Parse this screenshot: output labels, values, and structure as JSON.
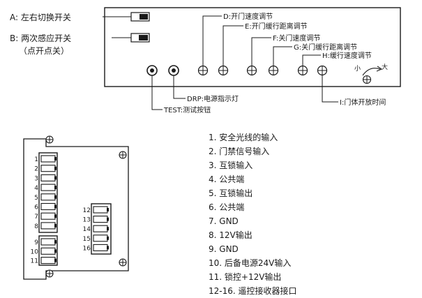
{
  "switches": {
    "a": {
      "label": "A: 左右切换开关"
    },
    "b": {
      "label": "B: 两次感应开关",
      "sub": "（点开点关）"
    }
  },
  "pots": {
    "d": "D:开门速度调节",
    "e": "E:开门缓行距离调节",
    "f": "F:关门速度调节",
    "g": "G:关门缓行距离调节",
    "h": "H:缓行速度调节",
    "i": "I:门体开放时间"
  },
  "indicators": {
    "drp": "DRP:电源指示灯",
    "test": "TEST:测试按钮"
  },
  "knob_scale": {
    "min": "小",
    "max": "大"
  },
  "pin_numbers": [
    "1",
    "2",
    "3",
    "4",
    "5",
    "6",
    "7",
    "8",
    "9",
    "10",
    "11",
    "12",
    "13",
    "14",
    "15",
    "16"
  ],
  "terminal_list": [
    "1. 安全光线的输入",
    "2. 门禁信号输入",
    "3. 互锁输入",
    "4. 公共端",
    "5. 互锁输出",
    "6. 公共端",
    "7. GND",
    "8. 12V输出",
    "9. GND",
    "10. 后备电源24V输入",
    "11. 锁控+12V输出",
    "12-16. 遥控接收器接口"
  ]
}
